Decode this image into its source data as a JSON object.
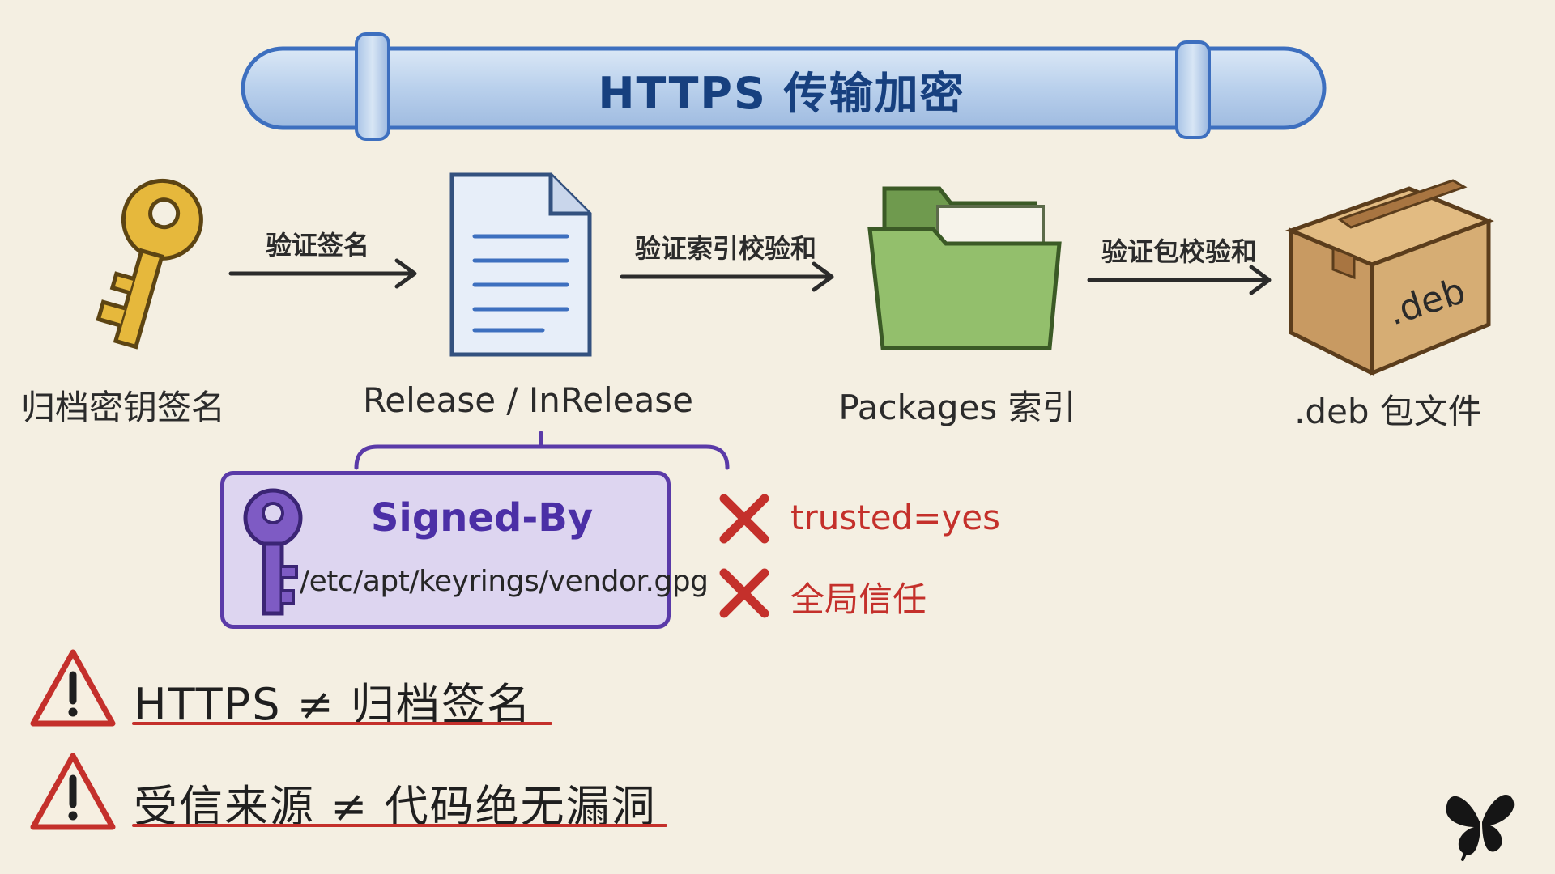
{
  "banner": {
    "title": "HTTPS 传输加密"
  },
  "nodes": [
    {
      "id": "key",
      "label": "归档密钥签名",
      "icon": "golden-key-icon"
    },
    {
      "id": "release",
      "label": "Release / InRelease",
      "icon": "document-icon"
    },
    {
      "id": "packages",
      "label": "Packages 索引",
      "icon": "folder-icon"
    },
    {
      "id": "deb",
      "label": ".deb 包文件",
      "icon": "package-box-icon",
      "box_text": ".deb"
    }
  ],
  "edges": [
    {
      "label": "验证签名"
    },
    {
      "label": "验证索引校验和"
    },
    {
      "label": "验证包校验和"
    }
  ],
  "signed_by": {
    "title": "Signed-By",
    "path": "/etc/apt/keyrings/vendor.gpg",
    "icon": "purple-key-icon"
  },
  "rejected": [
    {
      "label": "trusted=yes",
      "icon": "red-cross-icon"
    },
    {
      "label": "全局信任",
      "icon": "red-cross-icon"
    }
  ],
  "warnings": [
    {
      "text": "HTTPS ≠ 归档签名",
      "icon": "warning-triangle-icon"
    },
    {
      "text": "受信来源 ≠ 代码绝无漏洞",
      "icon": "warning-triangle-icon"
    }
  ],
  "colors": {
    "background": "#f4efe2",
    "banner_blue": "#17407f",
    "signed_purple": "#4b2fa6",
    "reject_red": "#c4302b",
    "folder_green": "#8fb86a",
    "key_gold": "#e2b43a",
    "box_brown": "#c89a62"
  }
}
